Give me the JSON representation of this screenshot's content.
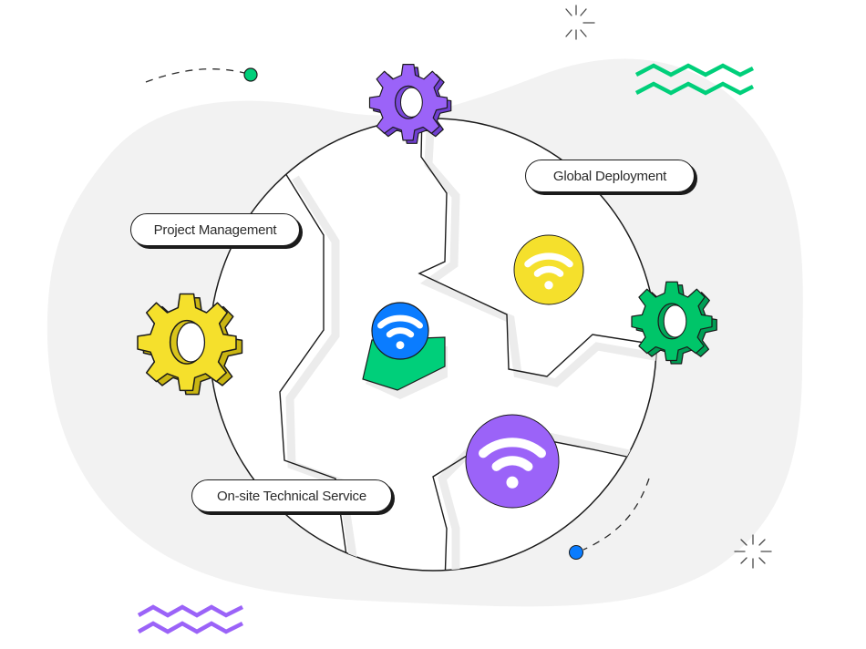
{
  "diagram": {
    "title": "",
    "labels": {
      "project_management": "Project Management",
      "global_deployment": "Global Deployment",
      "onsite_service": "On-site Technical Service"
    },
    "nodes": [
      {
        "id": "center-hub",
        "icon": "wifi-icon",
        "color": "#0a7cff",
        "base_color": "#00cf7a"
      },
      {
        "id": "yellow-node",
        "icon": "wifi-icon",
        "color": "#f5e02c"
      },
      {
        "id": "purple-node",
        "icon": "wifi-icon",
        "color": "#9b63f8"
      }
    ],
    "gears": [
      {
        "id": "gear-top",
        "color": "#9b63f8"
      },
      {
        "id": "gear-left",
        "color": "#f5e02c"
      },
      {
        "id": "gear-right",
        "color": "#00c569"
      }
    ],
    "decorations": {
      "zigzag_top_color": "#00cf7a",
      "zigzag_bottom_color": "#9b63f8",
      "dot_green_color": "#00cf7a",
      "dot_blue_color": "#0a7cff",
      "background_blob_color": "#f2f2f2"
    }
  }
}
